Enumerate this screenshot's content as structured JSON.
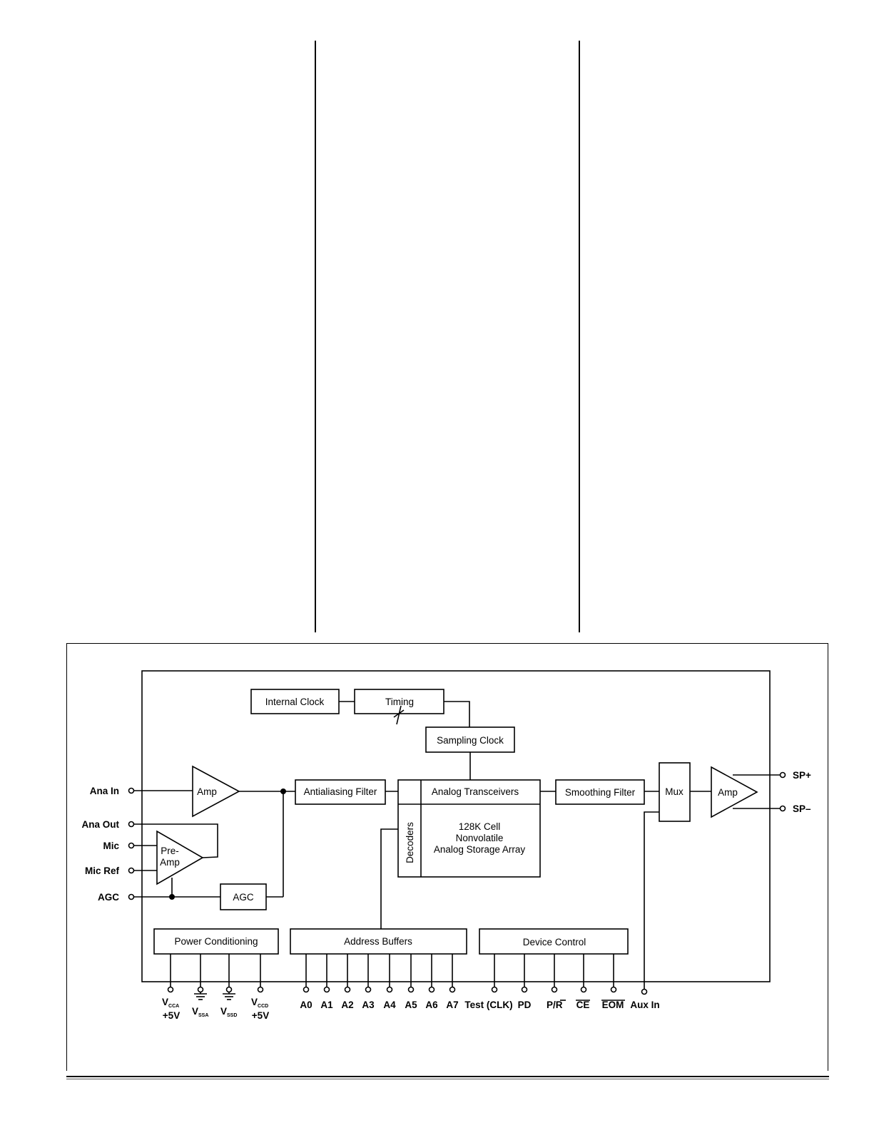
{
  "blocks": {
    "internal_clock": "Internal Clock",
    "timing": "Timing",
    "sampling_clock": "Sampling Clock",
    "amp_in": "Amp",
    "antialiasing_filter": "Antialiasing Filter",
    "analog_transceivers": "Analog Transceivers",
    "decoders": "Decoders",
    "storage_array": [
      "128K Cell",
      "Nonvolatile",
      "Analog Storage Array"
    ],
    "smoothing_filter": "Smoothing Filter",
    "mux": "Mux",
    "amp_out": "Amp",
    "preamp": [
      "Pre-",
      "Amp"
    ],
    "agc": "AGC",
    "power_conditioning": "Power Conditioning",
    "address_buffers": "Address Buffers",
    "device_control": "Device Control"
  },
  "left_pins": {
    "ana_in": "Ana In",
    "ana_out": "Ana Out",
    "mic": "Mic",
    "mic_ref": "Mic Ref",
    "agc": "AGC"
  },
  "right_pins": {
    "sp_plus": "SP+",
    "sp_minus": "SP–"
  },
  "power_pins": {
    "vcca": {
      "main": "V",
      "sub": "CCA",
      "volt": "+5V"
    },
    "vssa": {
      "main": "V",
      "sub": "SSA"
    },
    "vssd": {
      "main": "V",
      "sub": "SSD"
    },
    "vccd": {
      "main": "V",
      "sub": "CCD",
      "volt": "+5V"
    }
  },
  "address_pins": [
    "A0",
    "A1",
    "A2",
    "A3",
    "A4",
    "A5",
    "A6",
    "A7"
  ],
  "control_pins": {
    "test": "Test (CLK)",
    "pd": "PD",
    "pr_p": "P/",
    "pr_r": "R",
    "ce": "CE",
    "eom": "EOM",
    "aux_in": "Aux In"
  }
}
